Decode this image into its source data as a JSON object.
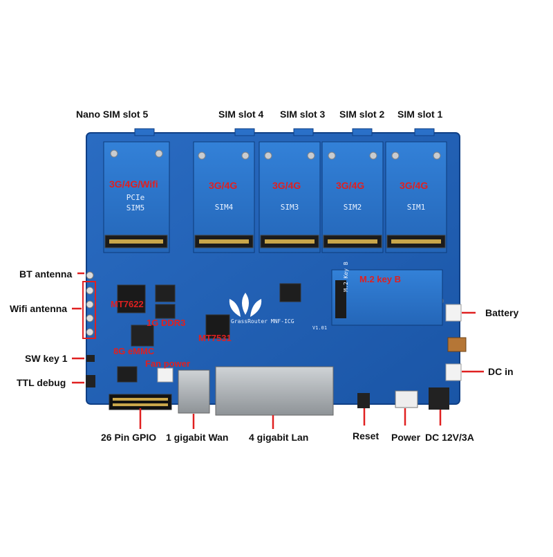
{
  "top_labels": {
    "nano_sim5": "Nano SIM slot 5",
    "sim4": "SIM slot 4",
    "sim3": "SIM slot 3",
    "sim2": "SIM slot 2",
    "sim1": "SIM slot  1"
  },
  "left_labels": {
    "bt_antenna": "BT antenna",
    "wifi_antenna": "Wifi antenna",
    "sw_key": "SW key 1",
    "ttl_debug": "TTL debug"
  },
  "right_labels": {
    "battery": "Battery",
    "dc_in": "DC in"
  },
  "bottom_labels": {
    "gpio": "26 Pin GPIO",
    "wan": "1 gigabit Wan",
    "lan": "4 gigabit Lan",
    "reset": "Reset",
    "power": "Power",
    "dc": "DC 12V/3A"
  },
  "board_labels": {
    "slot5_red": "3G/4G/Wifi",
    "slot5_pcie": "PCIe",
    "slot5_sim": "SIM5",
    "slot4_red": "3G/4G",
    "slot4_sim": "SIM4",
    "slot3_red": "3G/4G",
    "slot3_sim": "SIM3",
    "slot2_red": "3G/4G",
    "slot2_sim": "SIM2",
    "slot1_red": "3G/4G",
    "slot1_sim": "SIM1",
    "mt7622": "MT7622",
    "ddr3": "1G DDR3",
    "mt7531": "MT7531",
    "emmc": "8G eMMC",
    "fan_power": "Fan power",
    "m2_key": "M.2 key B",
    "m2_silk": "M.2 Key B",
    "brand": "GrassRouter MNF-ICG",
    "ver": "V1.01"
  },
  "colors": {
    "pcb": "#1f5fb0",
    "slot": "#2b76cc",
    "pointer": "#e02020"
  }
}
